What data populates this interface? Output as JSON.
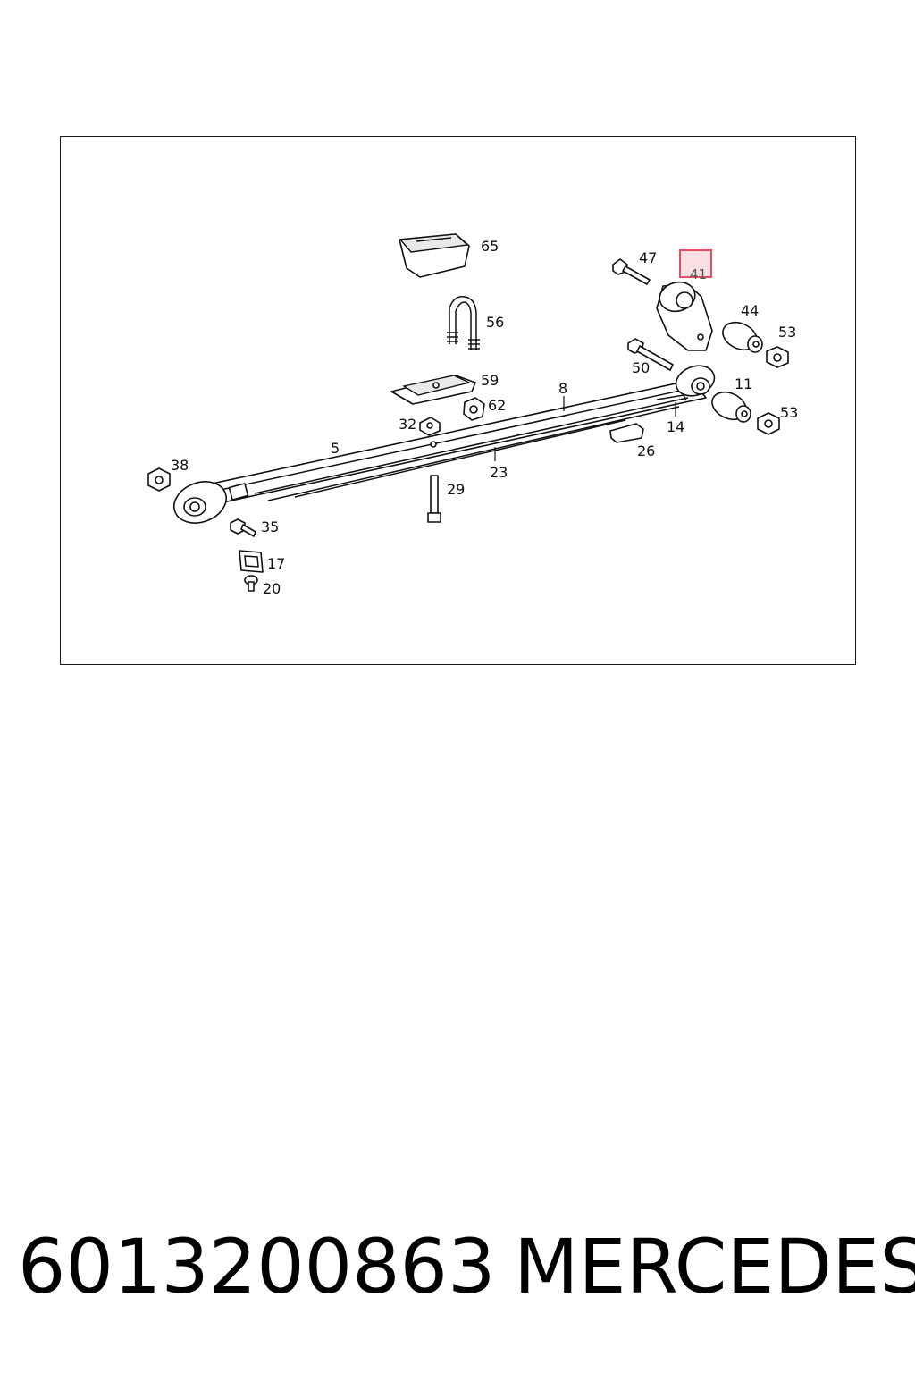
{
  "highlight": {
    "label": "41",
    "color": "#e05060"
  },
  "callouts": [
    "65",
    "47",
    "56",
    "44",
    "53",
    "59",
    "50",
    "8",
    "11",
    "62",
    "32",
    "14",
    "53",
    "5",
    "26",
    "23",
    "38",
    "29",
    "35",
    "17",
    "20"
  ],
  "footer": {
    "part_number": "6013200863",
    "brand": "MERCEDES"
  }
}
